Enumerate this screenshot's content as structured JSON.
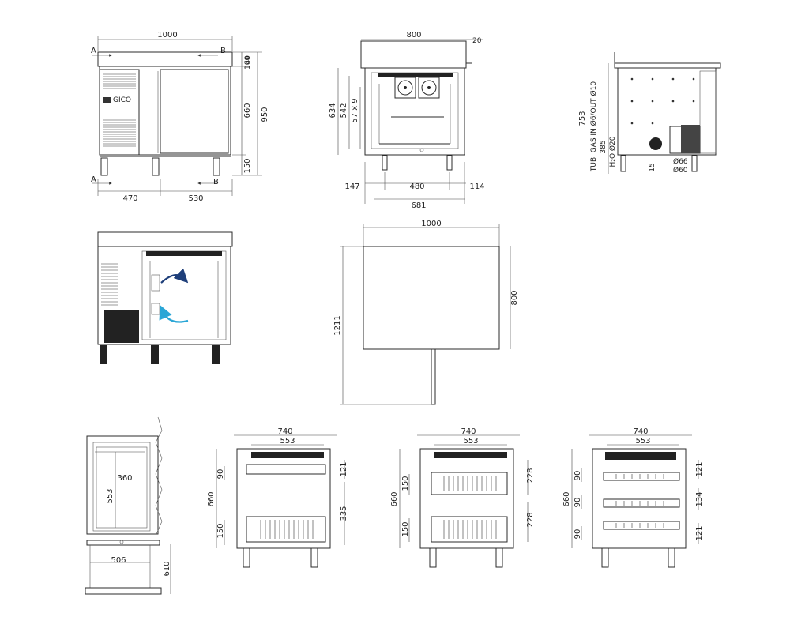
{
  "section_markers": {
    "a": "A",
    "b": "B"
  },
  "front_view": {
    "width": "1000",
    "top_thickness": "40",
    "top_gap": "100",
    "body_height": "660",
    "total_height": "950",
    "leg_height": "150",
    "left_width": "470",
    "right_width": "530",
    "panel_logo": "GICO"
  },
  "section_view": {
    "width": "800",
    "overhang": "20",
    "h_outer": "634",
    "h_inner": "542",
    "rail": "57 x 9",
    "left_offset": "147",
    "inner_width": "480",
    "right_offset": "114",
    "base_width": "681"
  },
  "side_view": {
    "height": "753",
    "gas_label": "TUBI GAS IN Ø6/OUT Ø10",
    "water_height": "385",
    "water_label": "H₂O Ø20",
    "drain_height": "15",
    "d66": "Ø66",
    "d60": "Ø60"
  },
  "plan_view": {
    "width": "1000",
    "depth": "800",
    "total_depth": "1211"
  },
  "door_detail": {
    "inner_width": "360",
    "height": "553",
    "clear_width": "506",
    "depth": "610"
  },
  "drawer_views": [
    {
      "width": "740",
      "inner": "553",
      "total": "660",
      "left_dims": [
        "90",
        "150"
      ],
      "right_dims": [
        "121",
        "335"
      ]
    },
    {
      "width": "740",
      "inner": "553",
      "total": "660",
      "left_dims": [
        "150",
        "150"
      ],
      "right_dims": [
        "228",
        "228"
      ]
    },
    {
      "width": "740",
      "inner": "553",
      "total": "660",
      "left_dims": [
        "90",
        "90",
        "90"
      ],
      "right_dims": [
        "121",
        "134",
        "121"
      ]
    }
  ],
  "colors": {
    "line": "#2b2b2b",
    "arrow_warm": "#1f3f7a",
    "arrow_cold": "#2aa6d6"
  }
}
